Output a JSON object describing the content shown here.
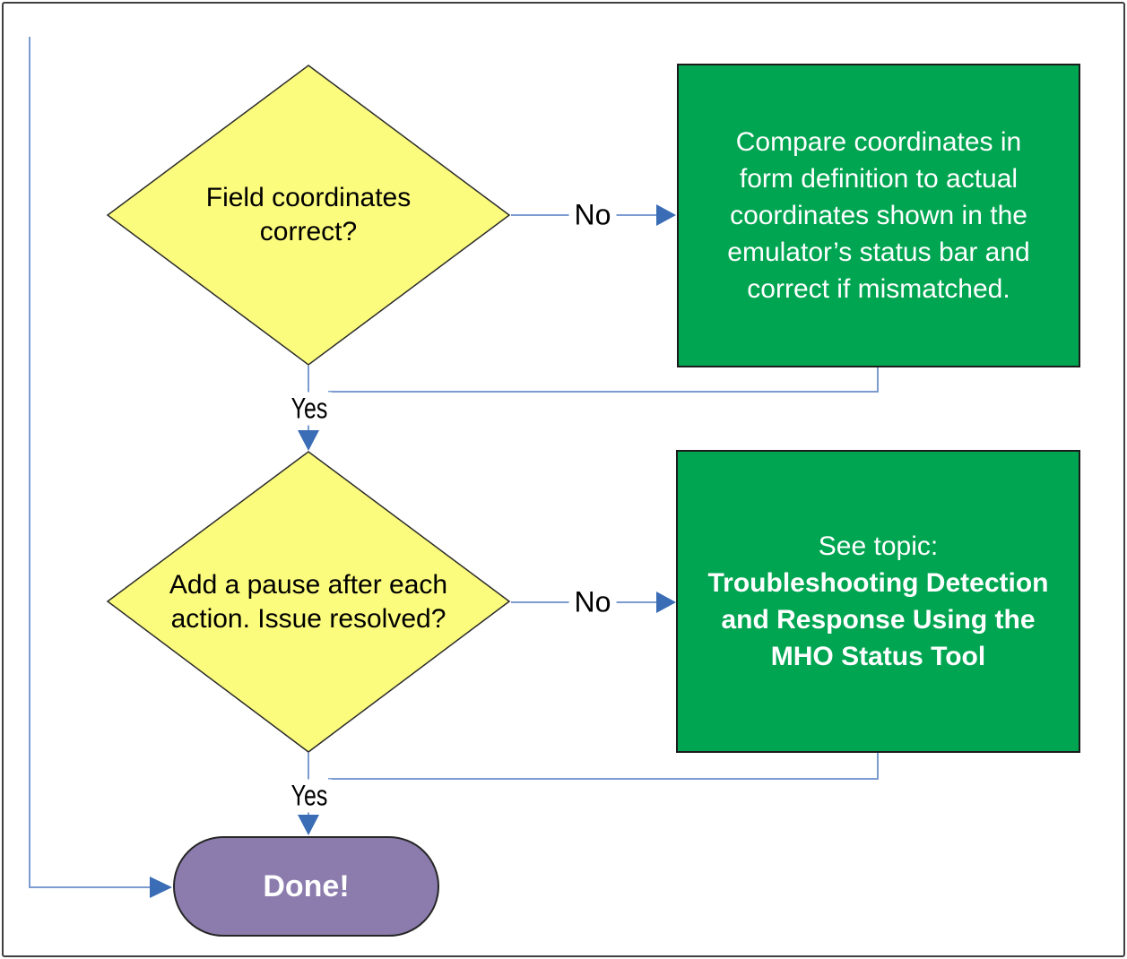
{
  "nodes": {
    "decision1": {
      "lines": [
        "Field coordinates",
        "correct?"
      ]
    },
    "process1": {
      "lines": [
        "Compare coordinates in",
        "form definition to actual",
        "coordinates shown in the",
        "emulator’s status bar and",
        "correct if mismatched."
      ]
    },
    "decision2": {
      "lines": [
        "Add a pause after each",
        "action. Issue resolved?"
      ]
    },
    "process2": {
      "intro": "See topic:",
      "bold_lines": [
        "Troubleshooting Detection",
        "and Response Using the",
        "MHO Status Tool"
      ]
    },
    "done": {
      "label": "Done!"
    }
  },
  "edges": {
    "decision1_no": "No",
    "decision1_yes": "Yes",
    "decision2_no": "No",
    "decision2_yes": "Yes"
  },
  "colors": {
    "decision_fill": "#FBFB7D",
    "decision_border": "#2B2B2B",
    "process_fill": "#00A551",
    "process_border": "#1B1B1B",
    "terminator_fill": "#8B7CAD",
    "connector_line": "#7C9BD1",
    "arrowhead": "#3A6DB5",
    "frame_border": "#404040"
  }
}
